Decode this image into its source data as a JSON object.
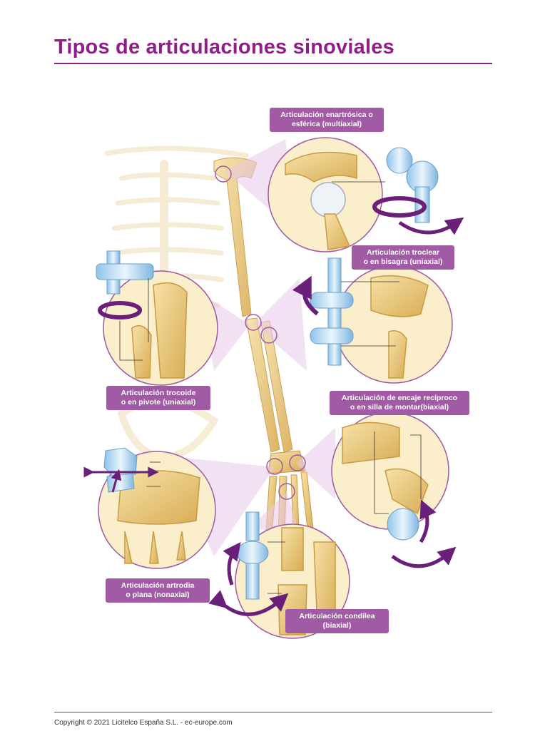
{
  "header": {
    "title": "Tipos de articulaciones sinoviales"
  },
  "labels": {
    "enartrosica": [
      "Articulación enartrósica o",
      "esférica (multiaxial)"
    ],
    "troclear": [
      "Articulación troclear",
      "o en bisagra (uniaxial)"
    ],
    "trocoide": [
      "Articulación trocoide",
      "o en pivote (uniaxial)"
    ],
    "encaje": [
      "Articulación de encaje recíproco",
      "o en silla de montar(biaxial)"
    ],
    "artrodia": [
      "Articulación artrodia",
      "o plana (nonaxial)"
    ],
    "condilea": [
      "Articulación condílea",
      "(biaxial)"
    ]
  },
  "footer": {
    "copyright": "Copyright © 2021 Licitelco España S.L. - ec-europe.com"
  },
  "colors": {
    "accent": "#8e1f86",
    "label_bg": "#a15aa4",
    "bone": "#ecc978",
    "model": "#b9dcf3",
    "arrow": "#6a1f78"
  }
}
